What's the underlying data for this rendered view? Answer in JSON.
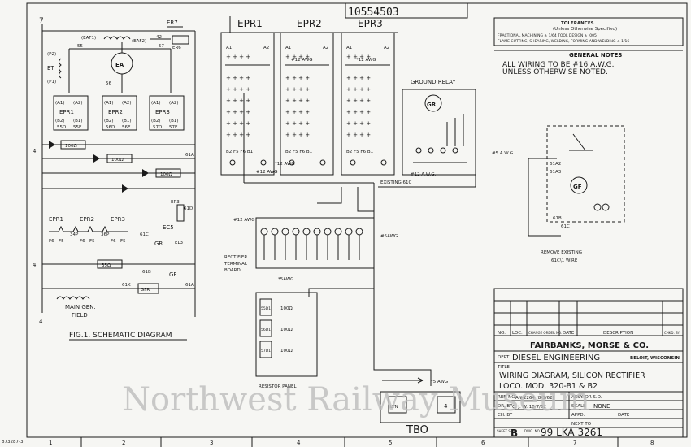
{
  "drawing_number": "10554503",
  "tolerances": {
    "title": "TOLERANCES",
    "subtitle": "(Unless Otherwise Specified)",
    "rows": [
      "FRACTIONAL MACHINING ± 1/64      TOOL DESIGN ± .005",
      "FLAME CUTTING, SHEARING, WELDING, FORMING AND WELDING ± 1/16"
    ]
  },
  "general_notes": {
    "title": "GENERAL NOTES",
    "line1": "ALL WIRING TO BE #16 A.W.G.",
    "line2": "UNLESS OTHERWISE NOTED."
  },
  "schematic": {
    "title": "FIG.1. SCHEMATIC DIAGRAM",
    "top_wire": "7",
    "bottom_wire": "4",
    "left_wire": "4",
    "er7": "ER7",
    "eaf1": "(EAF1)",
    "eaf2": "(EAF2)",
    "w42": "42",
    "er6": "ER6",
    "w55": "55",
    "w57": "57",
    "p2": "(P2)",
    "et": "ET",
    "p1": "(P1)",
    "ea": "EA",
    "w56": "56",
    "a1_1": "(A1)",
    "a2_1": "(A2)",
    "epr1": "EPR1",
    "b2_1": "(B2)",
    "b1_1": "(B1)",
    "w55d": "55D",
    "w55e": "55E",
    "a1_2": "(A1)",
    "a2_2": "(A2)",
    "epr2": "EPR2",
    "b2_2": "(B2)",
    "b1_2": "(B1)",
    "w56d": "56D",
    "w56e": "56E",
    "a1_3": "(A1)",
    "a2_3": "(A2)",
    "epr3": "EPR3",
    "b2_3": "(B2)",
    "b1_3": "(B1)",
    "w57d": "57D",
    "w57e": "57E",
    "r100a": "100Ω",
    "r100b": "100Ω",
    "r100c": "100Ω",
    "w61a": "61A",
    "er3": "ER3",
    "w61d": "61D",
    "epr1b": "EPR1",
    "epr2b": "EPR2",
    "epr3b": "EPR3",
    "f6a": "F6",
    "f5a": "F5",
    "w34p": "34P",
    "f6b": "F6",
    "f5b": "F5",
    "w36p": "36P",
    "f6c": "F6",
    "f5c": "F5",
    "w61c": "61C",
    "ec5": "EC5",
    "gr": "GR",
    "el3": "EL3",
    "r35": "35Ω",
    "w61b": "61B",
    "gf": "GF",
    "w61k": "61K",
    "gfr": "GFR",
    "w61a2": "61A",
    "main_gen": "MAIN GEN.",
    "field": "FIELD"
  },
  "panels": [
    {
      "name": "EPR1",
      "a1": "A1",
      "a2": "A2",
      "bottom": "B2 F5 F6 B1"
    },
    {
      "name": "EPR2",
      "a1": "A1",
      "a2": "A2",
      "bottom": "B2 F5 F6 B1"
    },
    {
      "name": "EPR3",
      "a1": "A1",
      "a2": "A2",
      "bottom": "B2 F5 F6 B1"
    }
  ],
  "labels": {
    "awg12_1": "#12 AWG",
    "awg12_2": "#12 AWG",
    "awg12_3": "*12 AWG",
    "awg12_4": "*12 AWG",
    "awg12_5": "#12 A.W.G.",
    "awg5_1": "#5 A.W.G.",
    "awg5_2": "#5AWG",
    "awg5_3": "*5AWG",
    "awg5_4": "*5 AWG",
    "ground_relay": "GROUND RELAY",
    "gr": "GR",
    "gf": "GF",
    "existing_61c": "EXISTING 61C",
    "remove_1": "REMOVE EXISTING",
    "remove_2": "61C\\1 WIRE",
    "w61a2": "61A2",
    "w61a3": "61A3",
    "w61b": "61B",
    "w61c": "61C",
    "rect_1": "RECTIFIER",
    "rect_2": "TERMINAL",
    "rect_3": "BOARD",
    "resistor_panel": "RESISTOR PANEL",
    "tbo": "TBO",
    "tbo_l": "LTN",
    "tbo_r": "4"
  },
  "resistor_labels": [
    "55D1",
    "56D1",
    "57D1"
  ],
  "resistor_values": [
    "100Ω",
    "100Ω",
    "100Ω"
  ],
  "title_block": {
    "col_no": "NO.",
    "col_loc": "LOC.",
    "col_change": "CHANGE ORDER NO.",
    "col_date": "DATE",
    "col_desc": "DESCRIPTION",
    "col_chkd": "CHKD. BY",
    "company": "FAIRBANKS, MORSE & CO.",
    "dept_label": "DEPT.",
    "dept": "DIESEL ENGINEERING",
    "location": "BELOIT, WISCONSIN",
    "title_label": "TITLE",
    "title1": "WIRING DIAGRAM, SILICON RECTIFIER",
    "title2": "LOCO. MOD. 320-B1 & B2",
    "ref_label": "REF. NO.",
    "ref": "AN-2264 (8/3/62)",
    "asst_label": "ASSY. OR S.O.",
    "dr_label": "DR. BY",
    "dr": "C. J. W. 10/7/62",
    "scale_label": "SCALE",
    "scale": "NONE",
    "ch_label": "CH. BY",
    "appd_label": "APPD.",
    "date_label": "DATE",
    "next_label": "NEXT TO",
    "sheet_label": "SHEET SIZE",
    "sheet": "B",
    "dwg_label": "DWG. NO.",
    "dwg": "99 LKA 3261"
  },
  "grid_numbers": [
    "1",
    "2",
    "3",
    "4",
    "5",
    "6",
    "7",
    "8"
  ],
  "form_id": "873287-3",
  "watermark": "Northwest Railway Museum"
}
